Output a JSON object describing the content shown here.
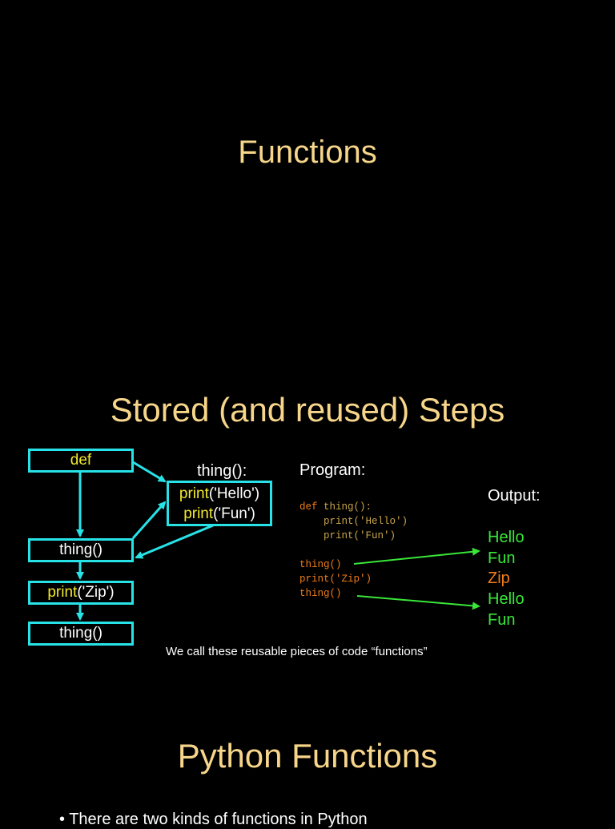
{
  "slides": {
    "title1": "Functions",
    "title2": "Stored (and reused) Steps",
    "title3": "Python Functions"
  },
  "diagram": {
    "def_label": "def",
    "call1_label": "thing()",
    "print_kw": "print",
    "print_arg": "('Zip')",
    "call2_label": "thing()",
    "thing_header": "thing():",
    "body_kw1": "print",
    "body_arg1": "('Hello')",
    "body_kw2": "print",
    "body_arg2": "('Fun')"
  },
  "program": {
    "heading": "Program:",
    "code": [
      {
        "kw": "def",
        "rest": " thing():"
      },
      {
        "text": "    print('Hello')"
      },
      {
        "text": "    print('Fun')"
      },
      {
        "text": "thing()"
      },
      {
        "text": "print('Zip')"
      },
      {
        "text": "thing()"
      }
    ]
  },
  "output": {
    "heading": "Output:",
    "lines": [
      {
        "text": "Hello",
        "color": "#39e639"
      },
      {
        "text": "Fun",
        "color": "#39e639"
      },
      {
        "text": "Zip",
        "color": "#f07d1a"
      },
      {
        "text": "Hello",
        "color": "#39e639"
      },
      {
        "text": "Fun",
        "color": "#39e639"
      }
    ]
  },
  "caption": "We call these reusable pieces of code “functions”",
  "bullet": "• There are two kinds of functions in Python",
  "colors": {
    "background": "#000000",
    "title": "#f7d68a",
    "box_border": "#27e3e8",
    "keyword": "#f2ea2a",
    "arrow_green": "#39e639"
  }
}
